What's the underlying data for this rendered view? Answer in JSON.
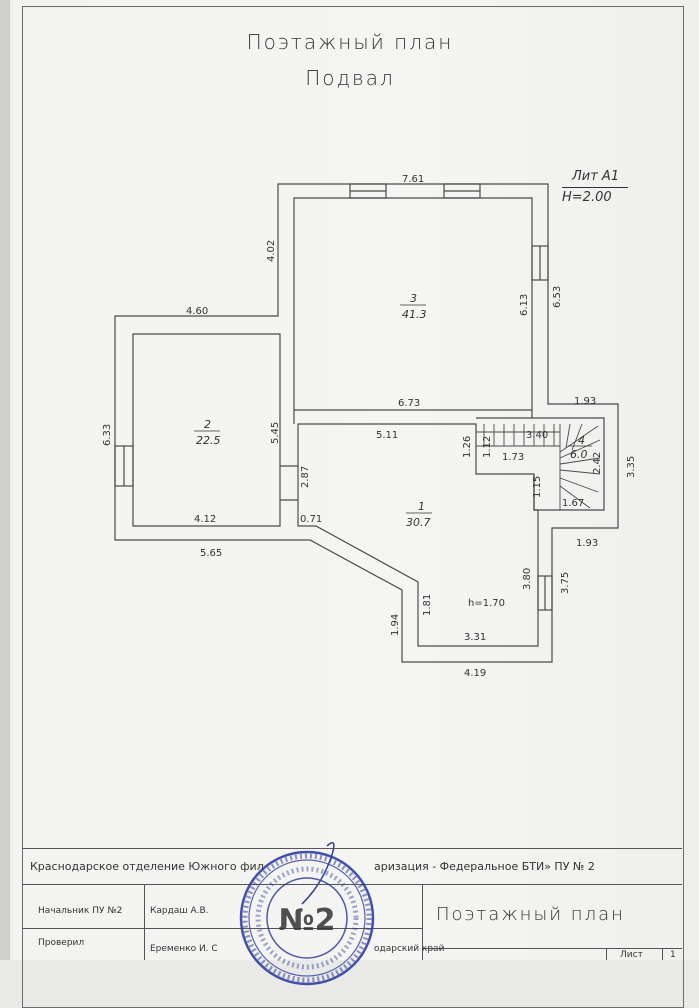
{
  "sheet": {
    "title": "Поэтажный план",
    "subtitle": "Подвал",
    "lit": "Лит А1",
    "height": "Н=2.00"
  },
  "dimensions": {
    "d761": "7.61",
    "d402": "4.02",
    "d613": "6.13",
    "d653": "6.53",
    "d460": "4.60",
    "d633": "6.33",
    "d545": "5.45",
    "d412": "4.12",
    "d565": "5.65",
    "d673": "6.73",
    "d511": "5.11",
    "d193a": "1.93",
    "d126": "1.26",
    "d112": "1.12",
    "d340": "3.40",
    "d173": "1.73",
    "d242": "2.42",
    "d335": "3.35",
    "d115": "1.15",
    "d167": "1.67",
    "d193b": "1.93",
    "d287": "2.87",
    "d071": "0.71",
    "d380": "3.80",
    "d375": "3.75",
    "d194": "1.94",
    "d181": "1.81",
    "d331": "3.31",
    "d419": "4.19"
  },
  "rooms": [
    {
      "num": "1",
      "area": "30.7",
      "note": "h=1.70"
    },
    {
      "num": "2",
      "area": "22.5"
    },
    {
      "num": "3",
      "area": "41.3"
    },
    {
      "num": "4",
      "area": "6.0"
    }
  ],
  "titleblock": {
    "org": "Краснодарское отделение Южного фил",
    "org_tail": "аризация - Федеральное БТИ» ПУ № 2",
    "chief_role": "Начальник ПУ №2",
    "chief_name": "Кардаш А.В.",
    "checked_role": "Проверил",
    "checked_name": "Еременко И. С",
    "region": "одарский край",
    "drawing_title": "Поэтажный план",
    "sheet_label": "Лист",
    "sheet_num": "1"
  },
  "stamp": {
    "center": "№2"
  }
}
